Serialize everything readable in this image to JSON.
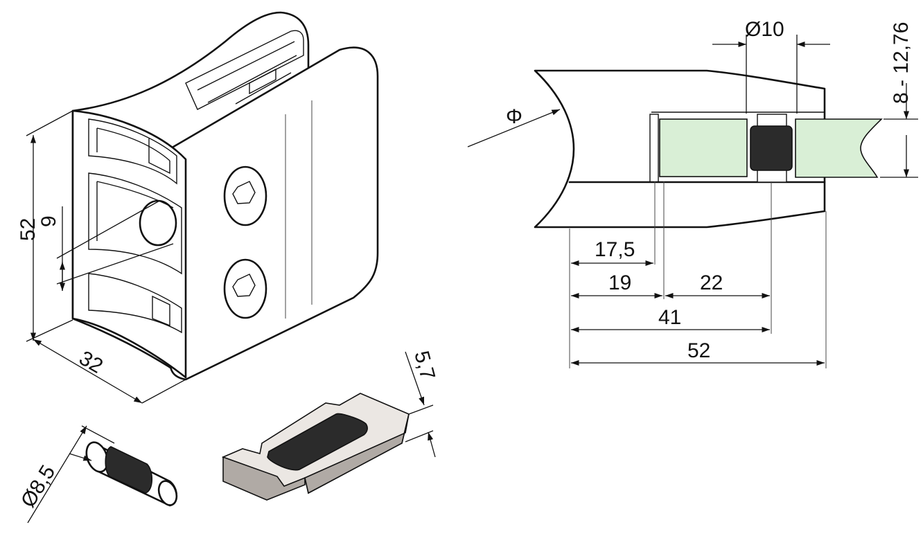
{
  "colors": {
    "glass": "#d9efd6",
    "rubber": "#2b2b2b",
    "insert_metal": "#b0aaa5",
    "line": "#111111"
  },
  "iso_view": {
    "dim_height": "52",
    "dim_depth": "32",
    "dim_hole": "9"
  },
  "pin_view": {
    "dim_diameter": "Ø8,5"
  },
  "insert_view": {
    "dim_thickness": "5,7"
  },
  "section_view": {
    "dim_tube_diameter": "Φ",
    "dim_pin_diameter": "Ø10",
    "dim_glass_range": "8 - 12,76",
    "dim_17_5": "17,5",
    "dim_19": "19",
    "dim_22": "22",
    "dim_41": "41",
    "dim_52": "52"
  }
}
